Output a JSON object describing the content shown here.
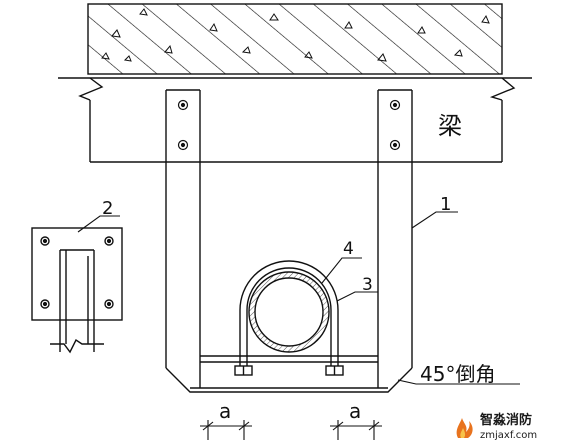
{
  "labels": {
    "beam": "梁",
    "item_1": "1",
    "item_2": "2",
    "item_3": "3",
    "item_4": "4",
    "chamfer": "45°倒角",
    "dim_left": "a",
    "dim_right": "a"
  },
  "watermark": {
    "title": "智淼消防",
    "subtitle": "zmjaxf.com",
    "logo_icon": "fire-logo-icon"
  },
  "colors": {
    "line": "#111111",
    "pipe_hatch": "#555555",
    "watermark": "#1a1a1a",
    "logo_flame": "#e8731e"
  }
}
